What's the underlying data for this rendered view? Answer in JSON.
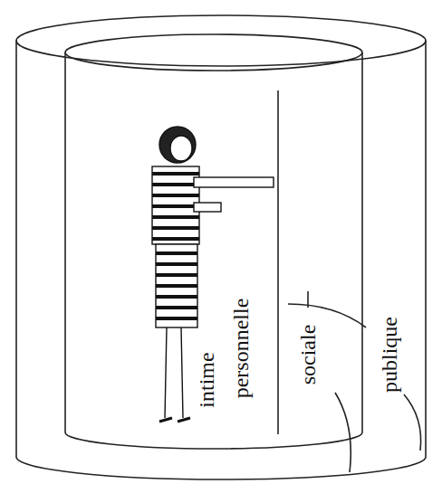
{
  "diagram": {
    "labels": [
      "intime",
      "personnelle",
      "sociale",
      "publique"
    ]
  }
}
